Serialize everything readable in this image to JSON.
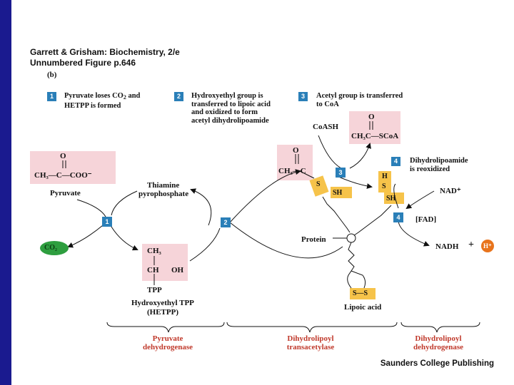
{
  "header": {
    "line1": "Garrett & Grisham: Biochemistry, 2/e",
    "line2": "Unnumbered Figure p.646",
    "panel": "(b)"
  },
  "steps": [
    {
      "num": "1",
      "text1": "Pyruvate loses CO",
      "sub": "2",
      "text2": " and",
      "text3": "HETPP is formed"
    },
    {
      "num": "2",
      "line1": "Hydroxyethyl group is",
      "line2": "transferred to lipoic acid",
      "line3": "and oxidized to form",
      "line4": "acetyl dihydrolipoamide"
    },
    {
      "num": "3",
      "line1": "Acetyl group is transferred",
      "line2": "to CoA"
    },
    {
      "num": "4",
      "line1": "Dihydrolipoamide",
      "line2": "is reoxidized"
    }
  ],
  "molecules": {
    "pyruvate_o": "O",
    "pyruvate_formula": "CH₃—C—COO⁻",
    "pyruvate_label": "Pyruvate",
    "co2": "CO₂",
    "tpp_label1": "Thiamine",
    "tpp_label2": "pyrophosphate",
    "hetpp_ch3": "CH₃",
    "hetpp_ch": "CH",
    "hetpp_oh": "OH",
    "hetpp_tpp": "TPP",
    "hetpp_label1": "Hydroxyethyl TPP",
    "hetpp_label2": "(HETPP)",
    "acetyl_o": "O",
    "acetyl_formula": "CH₃—C",
    "s_label": "S",
    "sh_label": "SH",
    "h_label": "H",
    "coash": "CoASH",
    "acetylcoa_o": "O",
    "acetylcoa_formula": "CH₃C—SCoA",
    "nad": "NAD⁺",
    "fad": "[FAD]",
    "nadh": "NADH",
    "plus": "+",
    "hplus": "H⁺",
    "protein": "Protein",
    "ss": "S—S",
    "lipoic": "Lipoic acid"
  },
  "enzymes": [
    {
      "line1": "Pyruvate",
      "line2": "dehydrogenase"
    },
    {
      "line1": "Dihydrolipoyl",
      "line2": "transacetylase"
    },
    {
      "line1": "Dihydrolipoyl",
      "line2": "dehydrogenase"
    }
  ],
  "credit": "Saunders College Publishing",
  "colors": {
    "accent_bar": "#1a1a8f",
    "step_badge": "#2a7fb8",
    "pink_box": "#f6d4d9",
    "yellow_box": "#f6c34a",
    "co2_green": "#2e9e3f",
    "hplus_orange": "#e8741c",
    "enzyme_text": "#c0392b"
  }
}
